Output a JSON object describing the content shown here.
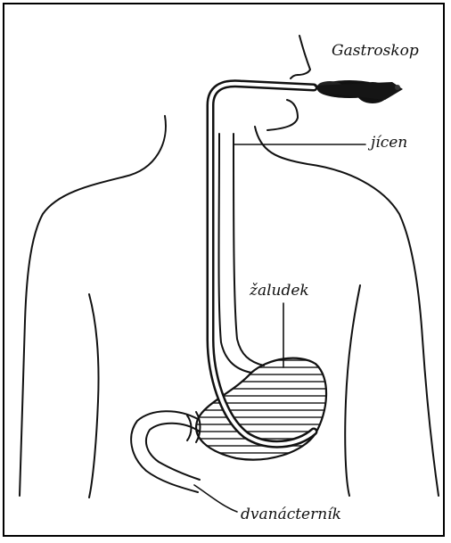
{
  "diagram": {
    "labels": {
      "gastroskop": "Gastroskop",
      "jicen": "jícen",
      "zaludek": "žaludek",
      "dvanactnik": "dvanácterník"
    }
  }
}
